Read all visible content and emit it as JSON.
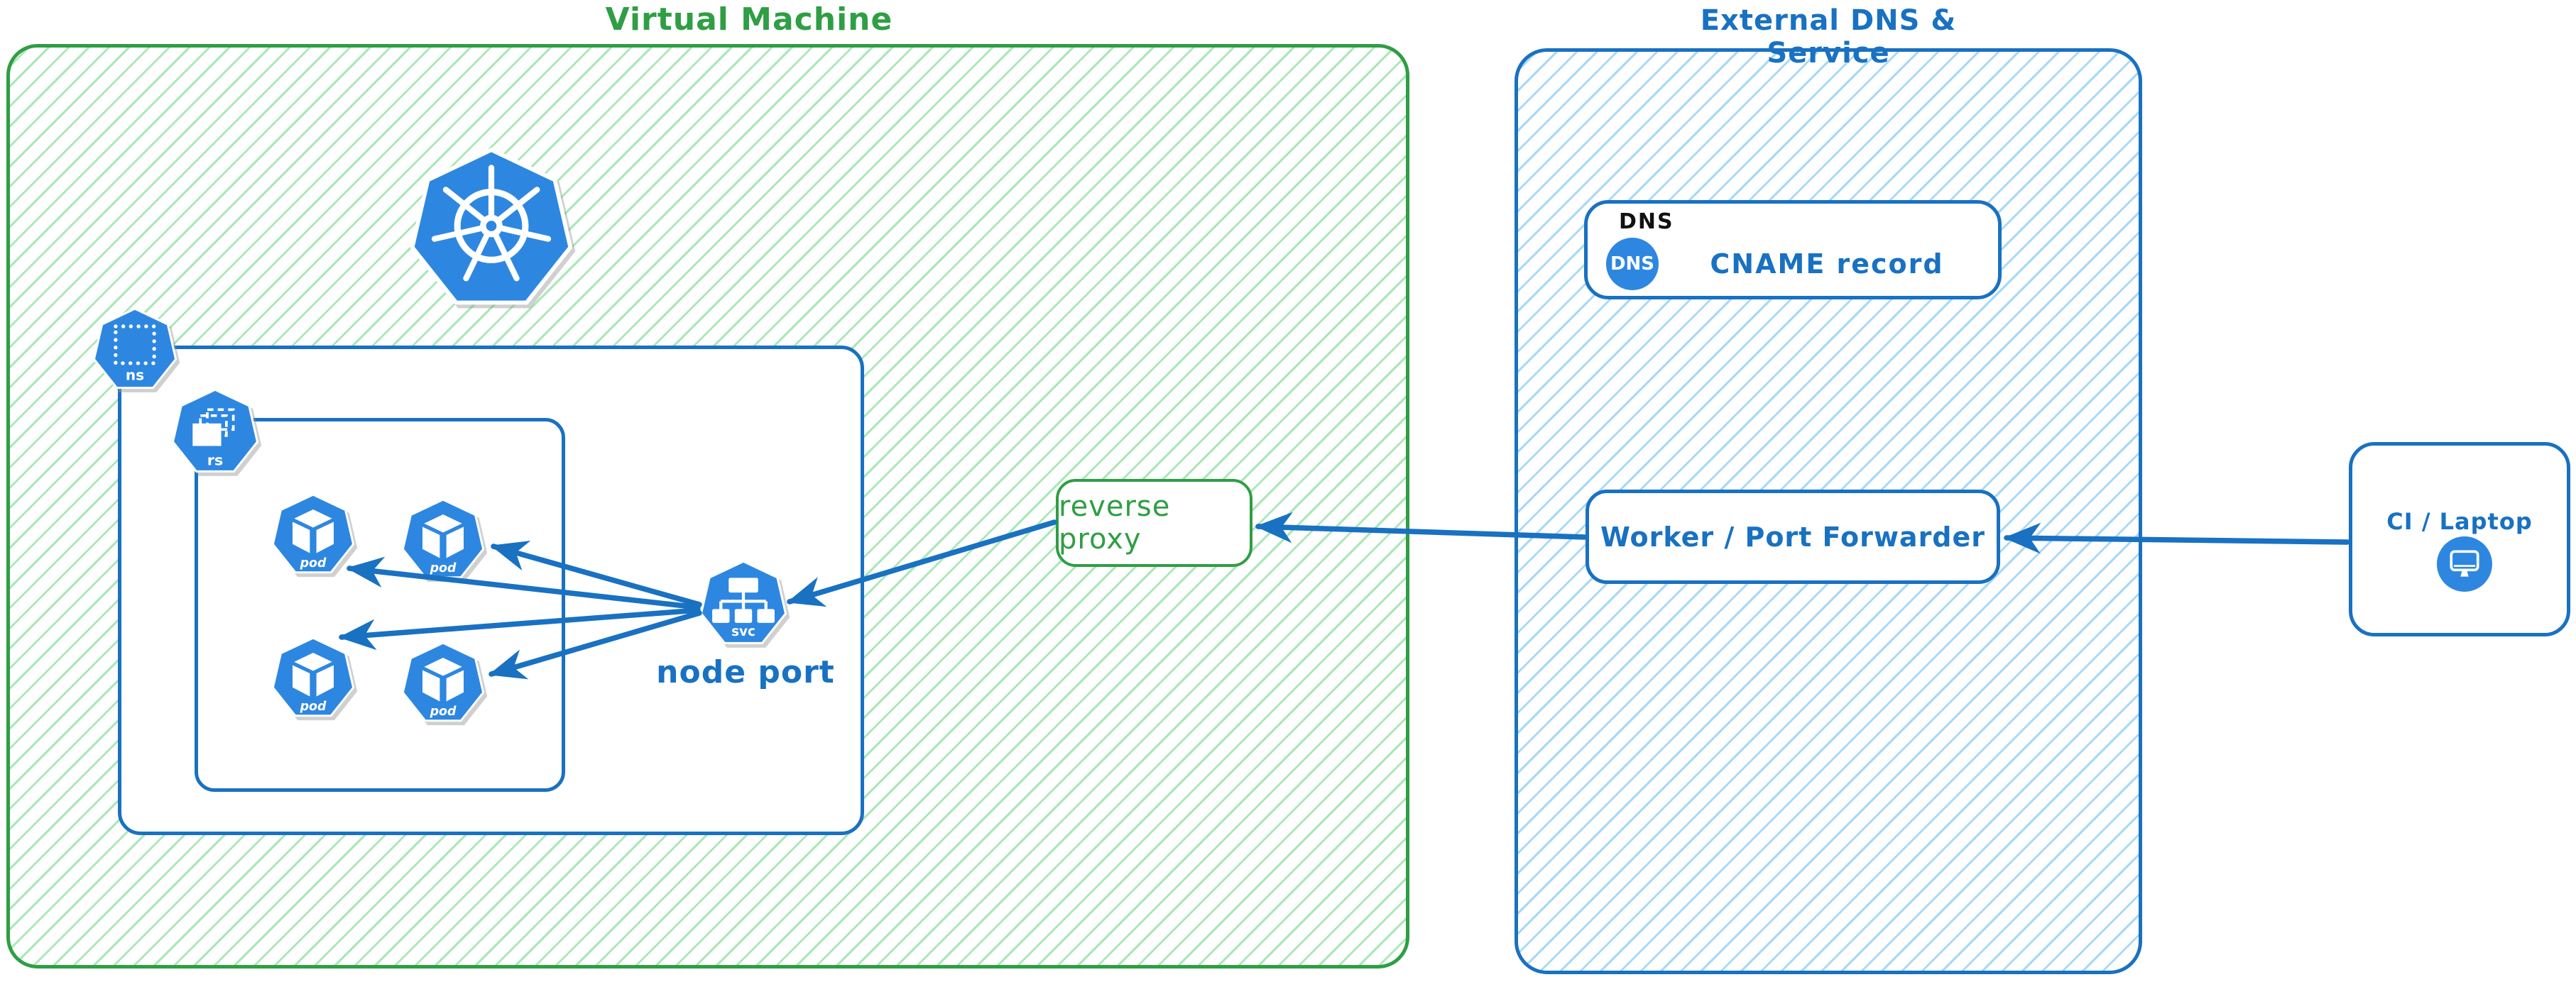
{
  "diagram_type": "kubernetes-architecture-sketch",
  "groups": {
    "virtual_machine": {
      "title": "Virtual Machine"
    },
    "external_dns_service": {
      "title": "External DNS & Service"
    }
  },
  "kubernetes": {
    "logo": "kubernetes-helm-wheel",
    "namespace_badge": "ns",
    "replicaset_badge": "rs",
    "service_badge": "svc",
    "pod_badge": "pod",
    "pod_count": 4,
    "service_label": "node port"
  },
  "nodes": {
    "reverse_proxy": "reverse proxy",
    "dns_header": "DNS",
    "dns_badge": "DNS",
    "cname_record": "CNAME record",
    "worker": "Worker / Port Forwarder",
    "ci_laptop": "CI / Laptop"
  },
  "connections": [
    {
      "from": "service-node-port",
      "to": "pod-1"
    },
    {
      "from": "service-node-port",
      "to": "pod-2"
    },
    {
      "from": "service-node-port",
      "to": "pod-3"
    },
    {
      "from": "service-node-port",
      "to": "pod-4"
    },
    {
      "from": "reverse-proxy",
      "to": "service-node-port"
    },
    {
      "from": "worker-port-forwarder",
      "to": "reverse-proxy"
    },
    {
      "from": "ci-laptop",
      "to": "worker-port-forwarder"
    }
  ],
  "colors": {
    "green_stroke": "#2f9e44",
    "green_hatch": "#a9e8b7",
    "blue_stroke": "#1971c2",
    "blue_hatch": "#a6d9f8",
    "icon_blue": "#2d87e0",
    "text_black": "#111111",
    "background": "#ffffff"
  }
}
